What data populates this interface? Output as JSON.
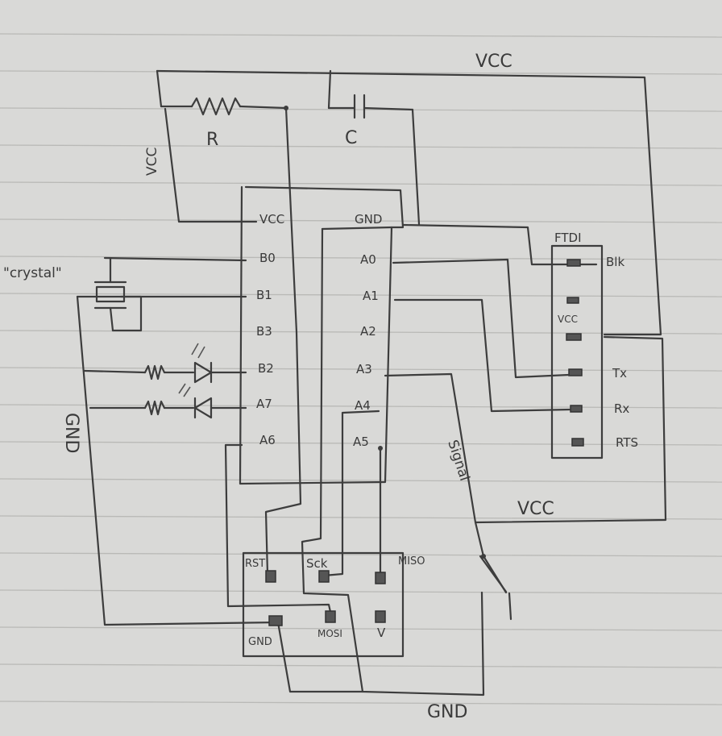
{
  "labels": {
    "vcc_top": "VCC",
    "vcc_left": "VCC",
    "vcc_right": "VCC",
    "gnd_left": "GND",
    "gnd_bottom": "GND",
    "resistor": "R",
    "capacitor": "C",
    "crystal": "\"crystal\"",
    "signal": "Signal"
  },
  "chip": {
    "left_pins": [
      "VCC",
      "B0",
      "B1",
      "B3",
      "B2",
      "A7",
      "A6"
    ],
    "right_pins": [
      "GND",
      "A0",
      "A1",
      "A2",
      "A3",
      "A4",
      "A5"
    ]
  },
  "ftdi": {
    "title": "FTDI",
    "pins": [
      "Blk",
      "",
      "VCC",
      "",
      "Tx",
      "Rx",
      "RTS"
    ]
  },
  "isp": {
    "top": [
      "RST",
      "Sck",
      "MISO"
    ],
    "bottom": [
      "GND",
      "MOSI",
      "V"
    ]
  }
}
